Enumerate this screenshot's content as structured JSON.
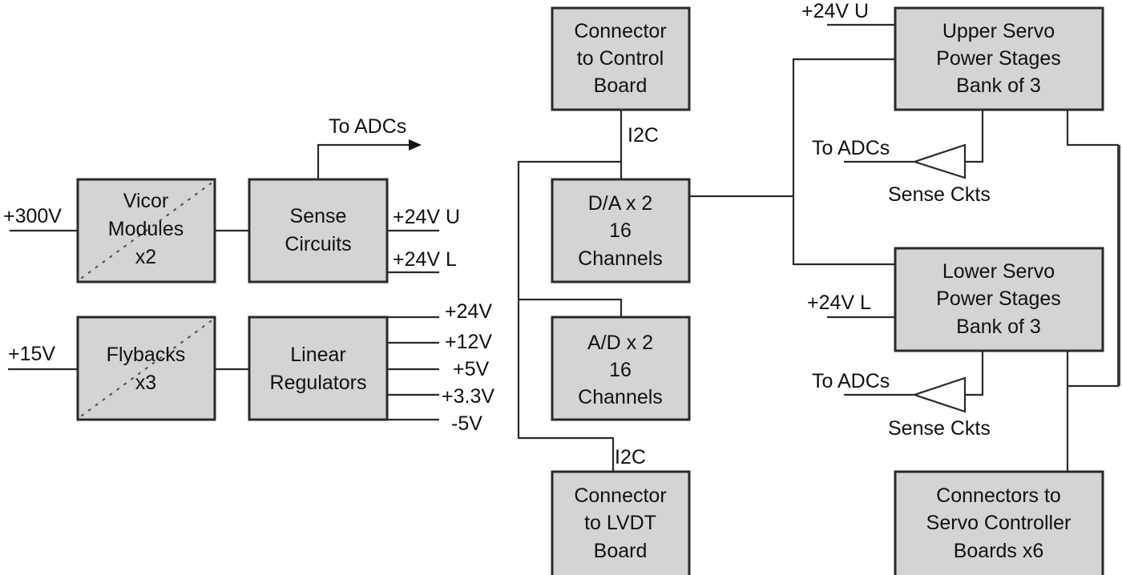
{
  "diagram": {
    "boxes": {
      "vicor": {
        "lines": [
          "Vicor",
          "Modules",
          "x2"
        ]
      },
      "sense": {
        "lines": [
          "Sense",
          "Circuits"
        ]
      },
      "flyback": {
        "lines": [
          "Flybacks",
          "x3"
        ]
      },
      "linreg": {
        "lines": [
          "Linear",
          "Regulators"
        ]
      },
      "conn_ctrl": {
        "lines": [
          "Connector",
          "to Control",
          "Board"
        ]
      },
      "dac": {
        "lines": [
          "D/A x 2",
          "16",
          "Channels"
        ]
      },
      "adc": {
        "lines": [
          "A/D x 2",
          "16",
          "Channels"
        ]
      },
      "conn_lvdt": {
        "lines": [
          "Connector",
          "to LVDT",
          "Board"
        ]
      },
      "upper": {
        "lines": [
          "Upper Servo",
          "Power Stages",
          "Bank of 3"
        ]
      },
      "lower": {
        "lines": [
          "Lower Servo",
          "Power Stages",
          "Bank of 3"
        ]
      },
      "servo_conn": {
        "lines": [
          "Connectors to",
          "Servo Controller",
          "Boards x6"
        ]
      }
    },
    "labels": {
      "in_300v": "+300V",
      "in_15v": "+15V",
      "to_adcs_top": "To ADCs",
      "out_24v_u": "+24V U",
      "out_24v_l": "+24V L",
      "reg_outputs": [
        "+24V",
        "+12V",
        "+5V",
        "+3.3V",
        "-5V"
      ],
      "i2c_top": "I2C",
      "i2c_bottom": "I2C",
      "upper_in": "+24V U",
      "lower_in": "+24V L",
      "upper_to_adcs": "To ADCs",
      "upper_sense": "Sense Ckts",
      "lower_to_adcs": "To ADCs",
      "lower_sense": "Sense Ckts"
    }
  }
}
